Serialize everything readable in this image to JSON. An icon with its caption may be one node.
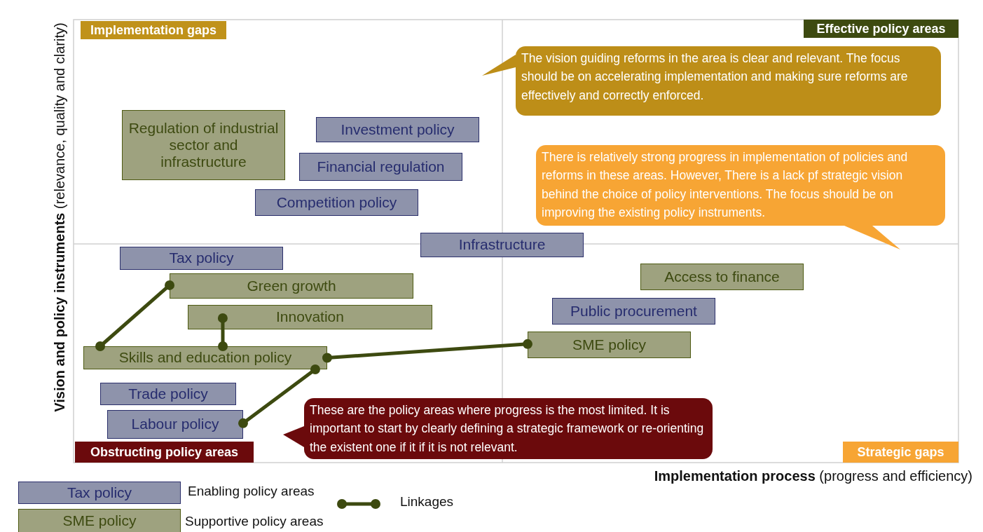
{
  "diagram": {
    "nodes": [
      {
        "text": [
          "Implementation gaps"
        ]
      },
      {
        "text": [
          "Effective policy areas"
        ]
      },
      {
        "text": [
          "The vision guiding reforms in the area is clear and relevant. The focus should be on accelerating implementation and making sure reforms are effectively and correctly enforced."
        ]
      },
      {
        "text": [
          "Regulation of industrial sector and infrastructure"
        ]
      },
      {
        "text": [
          "Investment policy"
        ]
      },
      {
        "text": [
          "Financial regulation"
        ]
      },
      {
        "text": [
          "There is relatively strong progress in implementation of policies and reforms in these areas. However, There is a lack pf strategic vision behind the choice of policy interventions. The focus should be on improving the existing policy instruments."
        ]
      },
      {
        "text": [
          "Competition policy"
        ]
      },
      {
        "text": [
          "Infrastructure"
        ]
      },
      {
        "text": [
          "Tax policy"
        ]
      },
      {
        "text": [
          "Green growth"
        ]
      },
      {
        "text": [
          "Access to finance"
        ]
      },
      {
        "text": [
          "Innovation"
        ]
      },
      {
        "text": [
          "Public procurement"
        ]
      },
      {
        "text": [
          "Skills and education policy"
        ]
      },
      {
        "text": [
          "SME policy"
        ]
      },
      {
        "text": [
          "Trade policy"
        ]
      },
      {
        "text": [
          "Labour policy"
        ]
      },
      {
        "text": [
          "These are the policy areas where progress is the most limited. It is important to start by clearly defining a strategic framework or re-orienting the existent one if it if it is not relevant."
        ]
      },
      {
        "text": [
          "Obstructing policy areas"
        ]
      },
      {
        "text": [
          "Strategic gaps"
        ]
      }
    ],
    "edges": [
      {
        "from": 14,
        "to": 10,
        "arrow": "other"
      },
      {
        "from": 14,
        "to": 12,
        "arrow": "other"
      },
      {
        "from": 14,
        "to": 15,
        "arrow": "other"
      },
      {
        "from": 14,
        "to": 17,
        "arrow": "other"
      }
    ],
    "labels": [
      "**Vision and policy instruments** (relevance, quality and clarity)",
      "**Implementation process** (progress and efficiency)",
      "Tax policy",
      "SME policy"
    ],
    "legend": [
      {
        "text": "Enabling policy areas",
        "color": "#8e93ab"
      },
      {
        "text": "Supportive policy areas",
        "color": "#9ea27f"
      },
      {
        "text": "Linkages"
      }
    ]
  }
}
